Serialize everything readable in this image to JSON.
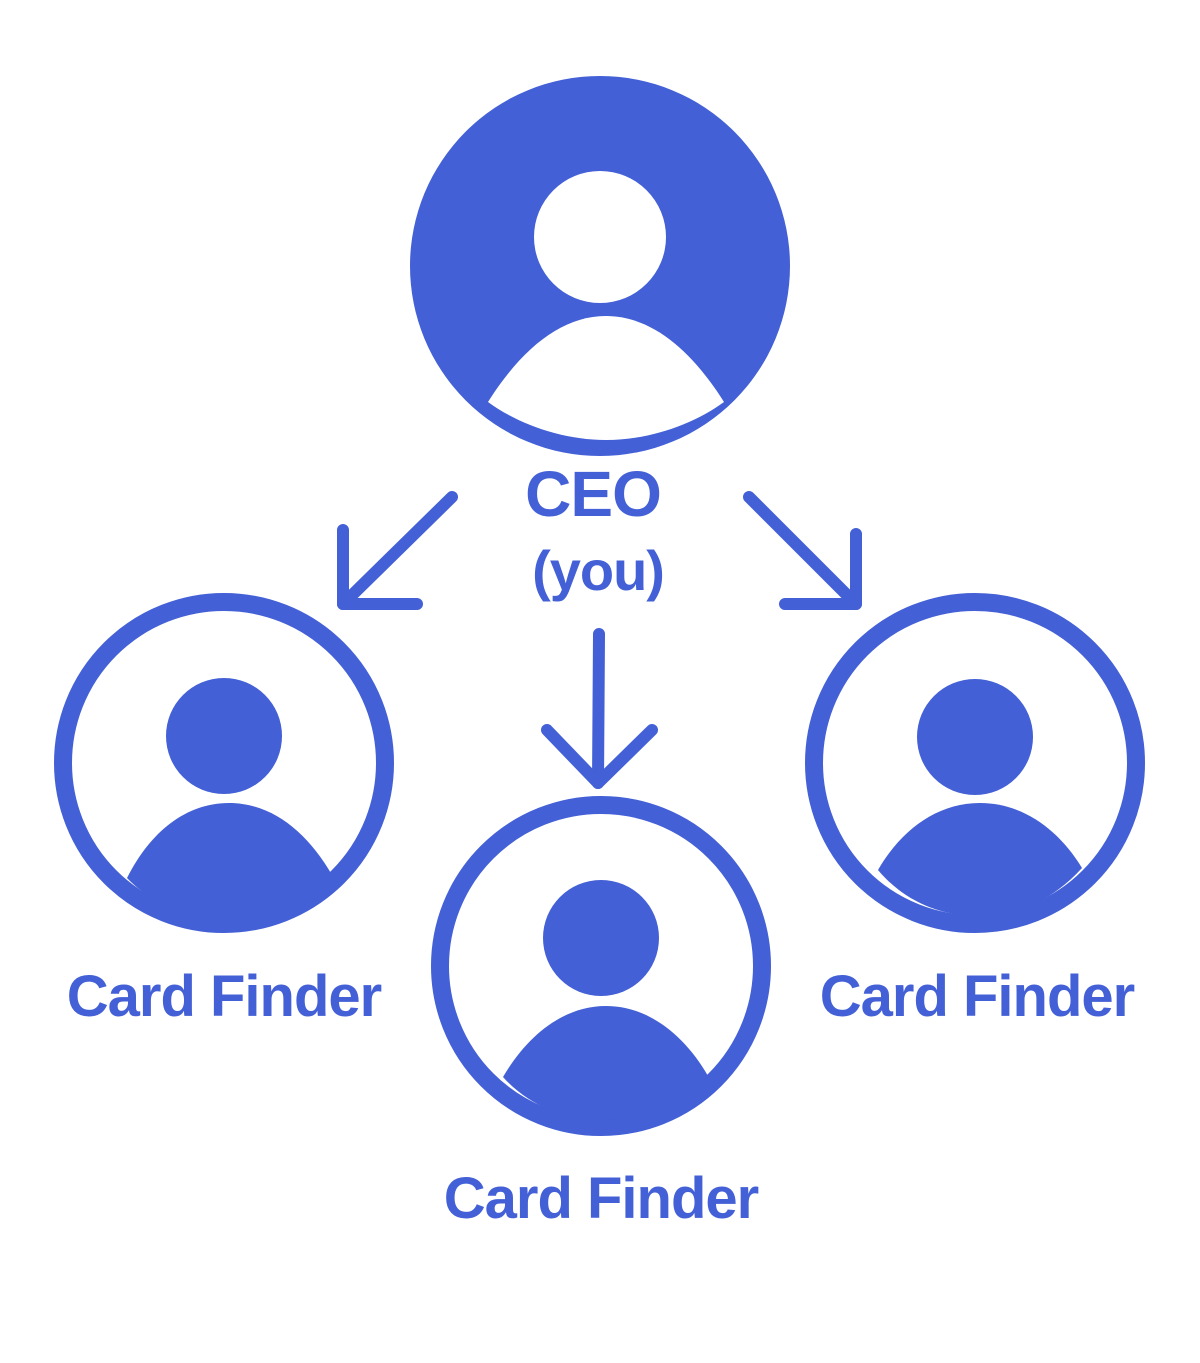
{
  "colors": {
    "primary": "#4360d6",
    "background": "#ffffff"
  },
  "ceo": {
    "title": "CEO",
    "subtitle": "(you)",
    "icon": "user-avatar-icon"
  },
  "reports": [
    {
      "label": "Card Finder",
      "icon": "user-avatar-icon"
    },
    {
      "label": "Card Finder",
      "icon": "user-avatar-icon"
    },
    {
      "label": "Card Finder",
      "icon": "user-avatar-icon"
    }
  ]
}
